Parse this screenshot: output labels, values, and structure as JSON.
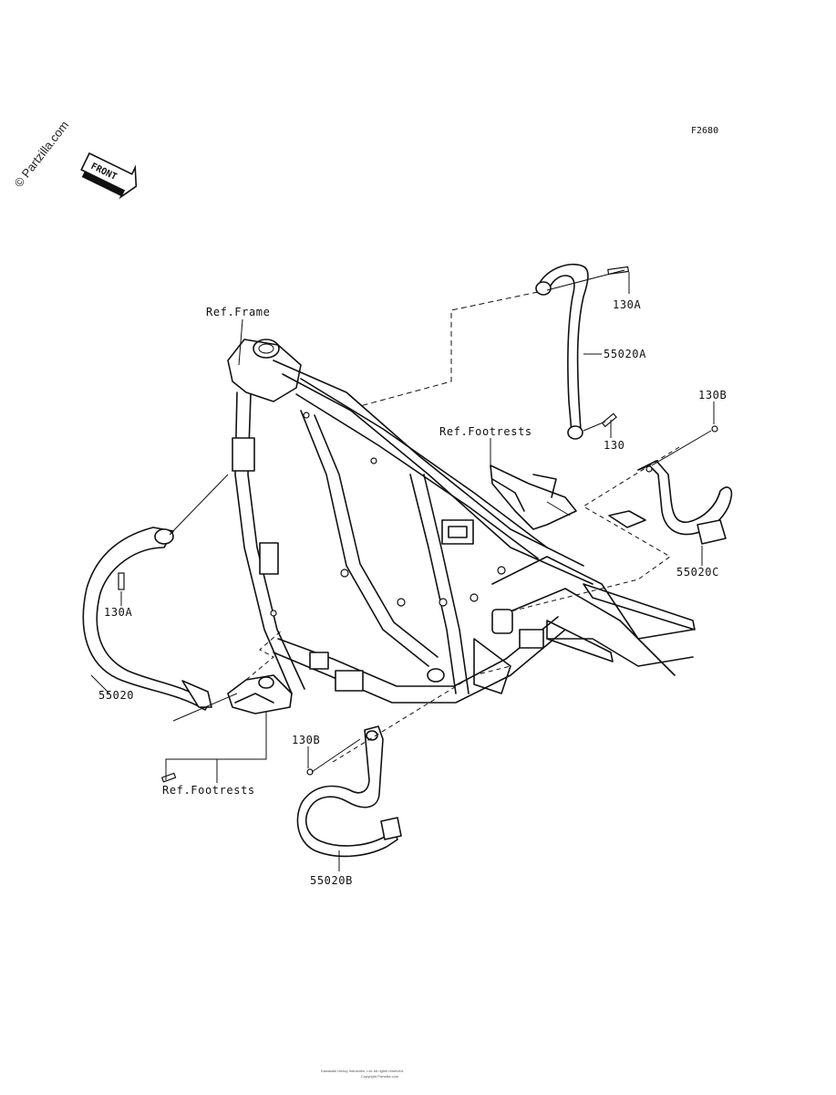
{
  "diagram_code": "F2680",
  "watermark": "© Partzilla.com",
  "front_badge": "FRONT",
  "labels": {
    "ref_frame": "Ref.Frame",
    "ref_footrests_top": "Ref.Footrests",
    "ref_footrests_bottom": "Ref.Footrests",
    "p130A_top": "130A",
    "p55020A": "55020A",
    "p130B_top": "130B",
    "p130": "130",
    "p55020C": "55020C",
    "p130A_left": "130A",
    "p55020": "55020",
    "p130B_bottom": "130B",
    "p55020B": "55020B"
  },
  "footer": {
    "line1": "Kawasaki Heavy Industries, Ltd. All rights reserved.",
    "line2": "Copyright Partzilla.com"
  }
}
